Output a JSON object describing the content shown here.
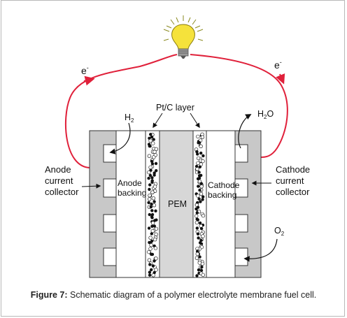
{
  "diagram": {
    "labels": {
      "pt_c_layer": "Pt/C layer",
      "h2_main": "H",
      "h2_sub": "2",
      "h2o_main": "H",
      "h2o_sub": "2",
      "h2o_tail": "O",
      "o2_main": "O",
      "o2_sub": "2",
      "electron_left": "e",
      "electron_right": "e",
      "electron_sup": "-",
      "anode_collector": [
        "Anode",
        "current",
        "collector"
      ],
      "cathode_collector": [
        "Cathode",
        "current",
        "collector"
      ],
      "anode_backing": [
        "Anode",
        "backing"
      ],
      "cathode_backing": [
        "Cathode",
        "backing"
      ],
      "pem": "PEM"
    },
    "colors": {
      "collector_gray": "#c8c8c8",
      "pem_gray": "#d7d7d7",
      "wire_red": "#e0203a",
      "bulb_yellow": "#f5e23b",
      "outline": "#333333"
    },
    "icons": [
      "light-bulb-icon",
      "electron-arrow-icon",
      "flow-arrow-icon"
    ]
  },
  "caption": {
    "figure_label": "Figure 7:",
    "text": " Schematic diagram of a polymer electrolyte membrane fuel cell."
  }
}
